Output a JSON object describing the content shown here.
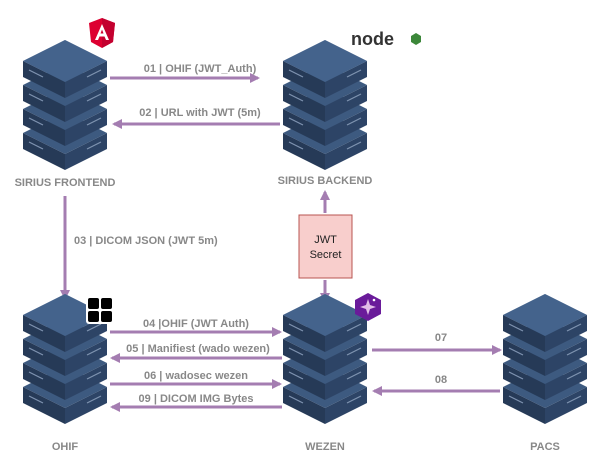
{
  "colors": {
    "server_top": "#3d5a80",
    "server_side": "#263a57",
    "server_front": "#2d4466",
    "server_line": "#1a2638",
    "arrow": "#a47db1",
    "secret_fill": "#f8cecc",
    "secret_stroke": "#b85450",
    "label": "#888888",
    "angular_red": "#dd0031",
    "node_green": "#3c873a",
    "wezen_purple": "#6a1b9a"
  },
  "nodes": {
    "frontend": {
      "label": "SIRIUS FRONTEND",
      "logo_icon": "angular-icon",
      "logo_text": "A"
    },
    "backend": {
      "label": "SIRIUS BACKEND",
      "logo_icon": "nodejs-icon",
      "logo_text": "node"
    },
    "ohif": {
      "label": "OHIF",
      "logo_icon": "ohif-grid-icon"
    },
    "wezen": {
      "label": "WEZEN",
      "logo_icon": "wezen-sparkle-icon"
    },
    "pacs": {
      "label": "PACS"
    }
  },
  "secret": {
    "line1": "JWT",
    "line2": "Secret"
  },
  "edges": {
    "e01": "01 | OHIF (JWT_Auth)",
    "e02": "02 | URL with JWT (5m)",
    "e03": "03 | DICOM JSON (JWT 5m)",
    "e04": "04 |OHIF (JWT Auth)",
    "e05": "05 | Manifiest (wado wezen)",
    "e06": "06 | wadosec wezen",
    "e07": "07",
    "e08": "08",
    "e09": "09 | DICOM IMG Bytes"
  }
}
